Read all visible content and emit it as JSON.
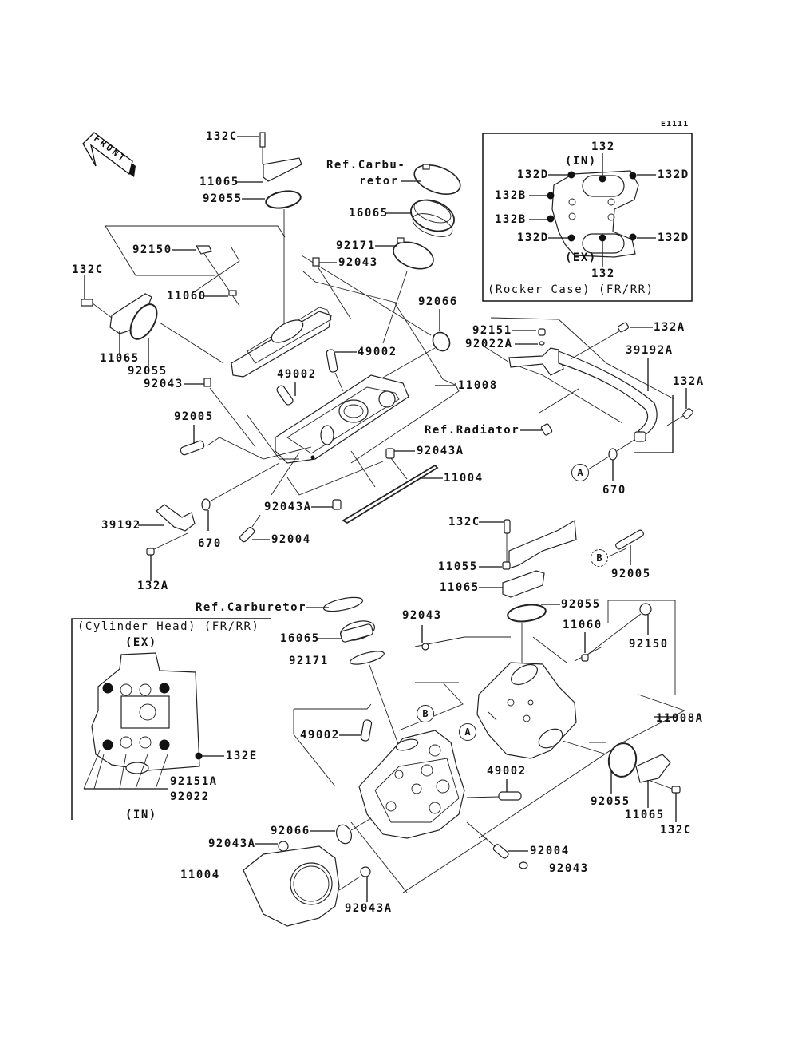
{
  "diagram": {
    "code": "E1111",
    "front_indicator": "FRONT",
    "insets": {
      "rocker_case": {
        "caption": "(Rocker Case) (FR/RR)",
        "side_top": "(IN)",
        "side_bottom": "(EX)",
        "labels": {
          "bolt_top": "132",
          "bolt_bottom": "132",
          "left_top_d": "132D",
          "right_top_d": "132D",
          "left_b1": "132B",
          "left_b2": "132B",
          "left_bottom_d": "132D",
          "right_bottom_d": "132D"
        }
      },
      "cylinder_head": {
        "caption": "(Cylinder Head) (FR/RR)",
        "side_top": "(EX)",
        "side_bottom": "(IN)",
        "labels": {
          "bolt_e": "132E",
          "bolt_a": "92151A",
          "washer": "92022"
        }
      }
    },
    "refs": {
      "carburetor_upper_1": "Ref.Carbu-",
      "carburetor_upper_2": "retor",
      "radiator": "Ref.Radiator",
      "carburetor_lower": "Ref.Carburetor"
    },
    "callouts": {
      "A": "A",
      "B": "B"
    },
    "parts": {
      "upper": [
        {
          "id": "u_132c_top",
          "label": "132C"
        },
        {
          "id": "u_11065_top",
          "label": "11065"
        },
        {
          "id": "u_92055_top",
          "label": "92055"
        },
        {
          "id": "u_92150",
          "label": "92150"
        },
        {
          "id": "u_92043_top",
          "label": "92043"
        },
        {
          "id": "u_16065",
          "label": "16065"
        },
        {
          "id": "u_92171",
          "label": "92171"
        },
        {
          "id": "u_132c_left",
          "label": "132C"
        },
        {
          "id": "u_11060",
          "label": "11060"
        },
        {
          "id": "u_92066",
          "label": "92066"
        },
        {
          "id": "u_11065_left",
          "label": "11065"
        },
        {
          "id": "u_92055_left",
          "label": "92055"
        },
        {
          "id": "u_49002_a",
          "label": "49002"
        },
        {
          "id": "u_49002_b",
          "label": "49002"
        },
        {
          "id": "u_92043_left",
          "label": "92043"
        },
        {
          "id": "u_11008",
          "label": "11008"
        },
        {
          "id": "u_92005",
          "label": "92005"
        },
        {
          "id": "u_92043a_right",
          "label": "92043A"
        },
        {
          "id": "u_11004",
          "label": "11004"
        },
        {
          "id": "u_92043a_left",
          "label": "92043A"
        },
        {
          "id": "u_39192",
          "label": "39192"
        },
        {
          "id": "u_670_left",
          "label": "670"
        },
        {
          "id": "u_92004",
          "label": "92004"
        },
        {
          "id": "u_132a_bottom",
          "label": "132A"
        },
        {
          "id": "u_92151",
          "label": "92151"
        },
        {
          "id": "u_92022a",
          "label": "92022A"
        },
        {
          "id": "u_132a_top",
          "label": "132A"
        },
        {
          "id": "u_39192a",
          "label": "39192A"
        },
        {
          "id": "u_132a_right",
          "label": "132A"
        },
        {
          "id": "u_670_right",
          "label": "670"
        }
      ],
      "lower": [
        {
          "id": "l_132c_top",
          "label": "132C"
        },
        {
          "id": "l_11055",
          "label": "11055"
        },
        {
          "id": "l_11065_top",
          "label": "11065"
        },
        {
          "id": "l_92005",
          "label": "92005"
        },
        {
          "id": "l_92055_top",
          "label": "92055"
        },
        {
          "id": "l_11060",
          "label": "11060"
        },
        {
          "id": "l_92150",
          "label": "92150"
        },
        {
          "id": "l_92043_top",
          "label": "92043"
        },
        {
          "id": "l_16065",
          "label": "16065"
        },
        {
          "id": "l_92171",
          "label": "92171"
        },
        {
          "id": "l_11008a",
          "label": "11008A"
        },
        {
          "id": "l_49002_a",
          "label": "49002"
        },
        {
          "id": "l_49002_b",
          "label": "49002"
        },
        {
          "id": "l_92055_right",
          "label": "92055"
        },
        {
          "id": "l_11065_right",
          "label": "11065"
        },
        {
          "id": "l_132c_right",
          "label": "132C"
        },
        {
          "id": "l_92066",
          "label": "92066"
        },
        {
          "id": "l_92043a_top",
          "label": "92043A"
        },
        {
          "id": "l_92004",
          "label": "92004"
        },
        {
          "id": "l_11004",
          "label": "11004"
        },
        {
          "id": "l_92043_bottom",
          "label": "92043"
        },
        {
          "id": "l_92043a_bottom",
          "label": "92043A"
        }
      ]
    }
  }
}
